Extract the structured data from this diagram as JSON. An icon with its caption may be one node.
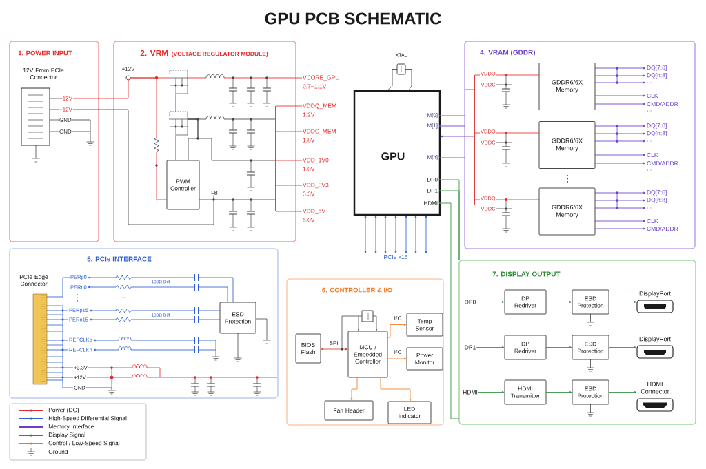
{
  "diagram": {
    "title": "GPU PCB SCHEMATIC",
    "nodes": [
      {
        "text": [
          "1. POWER INPUT"
        ]
      },
      {
        "text": [
          "12V From PCIe Connector"
        ],
        "in": 0
      },
      {
        "text": [
          "+12V"
        ],
        "in": 0
      },
      {
        "text": [
          "+12V"
        ],
        "in": 0
      },
      {
        "text": [
          "GND"
        ],
        "in": 0
      },
      {
        "text": [
          "GND"
        ],
        "in": 0
      },
      {
        "text": [
          "2. VRM",
          "(VOLTAGE REGULATOR MODULE)"
        ]
      },
      {
        "text": [
          "+12V"
        ],
        "in": 6
      },
      {
        "text": [
          "PWM Controller"
        ],
        "in": 6
      },
      {
        "text": [
          "VCORE_GPU",
          "0.7~1.1V"
        ]
      },
      {
        "text": [
          "VDDQ_MEM",
          "1.2V"
        ]
      },
      {
        "text": [
          "VDDC_MEM",
          "1.8V"
        ]
      },
      {
        "text": [
          "VDD_1V0",
          "1.0V"
        ]
      },
      {
        "text": [
          "VDD_3V3",
          "3.3V"
        ]
      },
      {
        "text": [
          "VDD_5V",
          "5.0V"
        ]
      },
      {
        "text": [
          "XTAL"
        ]
      },
      {
        "text": [
          "GPU"
        ]
      },
      {
        "text": [
          "M[0]"
        ],
        "in": 16
      },
      {
        "text": [
          "M[1]"
        ],
        "in": 16
      },
      {
        "text": [
          "M[n]"
        ],
        "in": 16
      },
      {
        "text": [
          "DP0"
        ],
        "in": 16
      },
      {
        "text": [
          "DP1"
        ],
        "in": 16
      },
      {
        "text": [
          "HDMI"
        ],
        "in": 16
      },
      {
        "text": [
          "PCIe x16"
        ]
      },
      {
        "text": [
          "4. VRAM (GDDR)"
        ]
      },
      {
        "text": [
          "VDDQ"
        ],
        "in": 24
      },
      {
        "text": [
          "GDDR6/6X Memory"
        ],
        "in": 24
      },
      {
        "text": [
          "DQ[7:0]"
        ],
        "in": 24
      },
      {
        "text": [
          "DQ[n:8]"
        ],
        "in": 24
      },
      {
        "text": [
          "..."
        ],
        "in": 24
      },
      {
        "text": [
          "CLK"
        ],
        "in": 24
      },
      {
        "text": [
          "CMD/ADDR"
        ],
        "in": 24
      },
      {
        "text": [
          "VDDQ"
        ],
        "in": 24
      },
      {
        "text": [
          "GDDR6/6X Memory"
        ],
        "in": 24
      },
      {
        "text": [
          "DQ[7:0]"
        ],
        "in": 24
      },
      {
        "text": [
          "DQ[n:8]"
        ],
        "in": 24
      },
      {
        "text": [
          "..."
        ],
        "in": 24
      },
      {
        "text": [
          "CLK"
        ],
        "in": 24
      },
      {
        "text": [
          "CMD/ADDR"
        ],
        "in": 24
      },
      {
        "text": [
          "VDDQ"
        ],
        "in": 24
      },
      {
        "text": [
          "GDDR6/6X Memory"
        ],
        "in": 24
      },
      {
        "text": [
          "DQ[7:0]"
        ],
        "in": 24
      },
      {
        "text": [
          "DQ[n:8]"
        ],
        "in": 24
      },
      {
        "text": [
          "..."
        ],
        "in": 24
      },
      {
        "text": [
          "CLK"
        ],
        "in": 24
      },
      {
        "text": [
          "CMD/ADDR"
        ],
        "in": 24
      },
      {
        "text": [
          "5. PCIe INTERFACE"
        ]
      },
      {
        "text": [
          "PCIe Edge Connector"
        ],
        "in": 46
      },
      {
        "text": [
          "PERp0"
        ],
        "in": 46
      },
      {
        "text": [
          "PERn0"
        ],
        "in": 46
      },
      {
        "text": [
          "PERp15"
        ],
        "in": 46
      },
      {
        "text": [
          "PERn15"
        ],
        "in": 46
      },
      {
        "text": [
          "REFCLKp"
        ],
        "in": 46
      },
      {
        "text": [
          "REFCLKn"
        ],
        "in": 46
      },
      {
        "text": [
          "+3.3V"
        ],
        "in": 46
      },
      {
        "text": [
          "+12V"
        ],
        "in": 46
      },
      {
        "text": [
          "GND"
        ],
        "in": 46
      },
      {
        "text": [
          "ESD Protection"
        ],
        "in": 46
      },
      {
        "text": [
          "6. CONTROLLER & I/O"
        ]
      },
      {
        "text": [
          "BIOS Flash"
        ],
        "in": 58
      },
      {
        "text": [],
        "shape": "box",
        "in": 58
      },
      {
        "text": [
          "MCU / Embedded Controller"
        ],
        "in": 58
      },
      {
        "text": [
          "Temp Sensor"
        ],
        "in": 58
      },
      {
        "text": [
          "Power Monitor"
        ],
        "in": 58
      },
      {
        "text": [
          "Fan Header"
        ],
        "in": 58
      },
      {
        "text": [
          "LED Indicator"
        ],
        "in": 58
      },
      {
        "text": [
          "7. DISPLAY OUTPUT"
        ]
      },
      {
        "text": [
          "DP0"
        ],
        "in": 66
      },
      {
        "text": [
          "DP Redriver"
        ],
        "in": 66
      },
      {
        "text": [
          "ESD Protection"
        ],
        "in": 66
      },
      {
        "text": [
          "DisplayPort"
        ],
        "in": 66
      },
      {
        "text": [
          "DP1"
        ],
        "in": 66
      },
      {
        "text": [
          "DP Redriver"
        ],
        "in": 66
      },
      {
        "text": [
          "ESD Protection"
        ],
        "in": 66
      },
      {
        "text": [
          "DisplayPort"
        ],
        "in": 66
      },
      {
        "text": [
          "HDMI"
        ],
        "in": 66
      },
      {
        "text": [
          "HDMI Transmitter"
        ],
        "in": 66
      },
      {
        "text": [
          "ESD Protection"
        ],
        "in": 66
      },
      {
        "text": [
          "HDMI Connector"
        ],
        "in": 66
      },
      {
        "text": [],
        "shape": "picture",
        "in": 6
      },
      {
        "text": [],
        "shape": "picture",
        "in": 6
      },
      {
        "text": [],
        "shape": "bar",
        "in": 6
      },
      {
        "text": [],
        "shape": "bar",
        "in": 24
      },
      {
        "text": [
          "FB"
        ],
        "in": 6
      }
    ],
    "edges": [
      {
        "from": 1,
        "to": 2,
        "arrow": "none",
        "color": "#555555"
      },
      {
        "from": 1,
        "to": 3,
        "arrow": "none",
        "color": "#555555"
      },
      {
        "from": 1,
        "to": 4,
        "arrow": "none",
        "color": "#555555"
      },
      {
        "from": 1,
        "to": 5,
        "arrow": "none",
        "color": "#555555"
      },
      {
        "from": 2,
        "to": 7,
        "arrow": "none",
        "color": "#e52a2a"
      },
      {
        "from": 3,
        "to": 83,
        "arrow": "none",
        "color": "#444444"
      },
      {
        "from": 4,
        "to": null,
        "arrow": "none",
        "color": "#444444"
      },
      {
        "from": 5,
        "to": null,
        "arrow": "none",
        "color": "#444444"
      },
      {
        "from": 79,
        "to": 9,
        "arrow": "none",
        "color": "#e52a2a"
      },
      {
        "from": 81,
        "to": 10,
        "arrow": "none",
        "color": "#e52a2a"
      },
      {
        "from": 81,
        "to": 11,
        "arrow": "none",
        "color": "#e52a2a"
      },
      {
        "from": 81,
        "to": 12,
        "arrow": "none",
        "color": "#e52a2a"
      },
      {
        "from": 81,
        "to": 13,
        "arrow": "none",
        "color": "#e52a2a"
      },
      {
        "from": 81,
        "to": 14,
        "arrow": "none",
        "color": "#e52a2a"
      },
      {
        "from": 15,
        "to": 16,
        "arrow": "none",
        "color": "#444444"
      },
      {
        "from": 15,
        "to": 16,
        "arrow": "none",
        "color": "#444444"
      },
      {
        "from": 24,
        "to": 17,
        "arrow": "to",
        "color": "#6b3fc6"
      },
      {
        "from": 24,
        "to": 18,
        "arrow": "to",
        "color": "#6b3fc6"
      },
      {
        "from": 82,
        "to": 16,
        "arrow": "to",
        "color": "#6b3fc6"
      },
      {
        "from": 24,
        "to": 19,
        "arrow": "to",
        "color": "#6b3fc6"
      },
      {
        "from": 66,
        "to": 20,
        "arrow": "to",
        "color": "#2e8b3a"
      },
      {
        "from": 66,
        "to": 21,
        "arrow": "to",
        "color": "#2e8b3a"
      },
      {
        "from": 66,
        "to": 22,
        "arrow": "to",
        "color": "#2e8b3a"
      },
      {
        "from": 16,
        "to": 23,
        "arrow": "both"
      },
      {
        "from": 16,
        "to": 23,
        "arrow": "both"
      },
      {
        "from": 16,
        "to": 23,
        "arrow": "both"
      },
      {
        "from": 16,
        "to": 23,
        "arrow": "both"
      },
      {
        "from": 16,
        "to": 23,
        "arrow": "both"
      },
      {
        "from": 16,
        "to": 23,
        "arrow": "both"
      },
      {
        "from": 16,
        "to": 23,
        "arrow": "both"
      },
      {
        "from": 25,
        "to": 26,
        "arrow": "none",
        "color": "#e52a2a"
      },
      {
        "from": 26,
        "to": 27,
        "arrow": "to",
        "color": "#6b3fc6"
      },
      {
        "from": 26,
        "to": 28,
        "arrow": "to",
        "color": "#6b3fc6"
      },
      {
        "from": 26,
        "to": 29,
        "arrow": "to",
        "color": "#6b3fc6"
      },
      {
        "from": 26,
        "to": 30,
        "arrow": "to",
        "color": "#6b3fc6"
      },
      {
        "from": 26,
        "to": 31,
        "arrow": "to",
        "color": "#6b3fc6"
      },
      {
        "from": 32,
        "to": 33,
        "arrow": "none",
        "color": "#e52a2a"
      },
      {
        "from": 33,
        "to": 34,
        "arrow": "to",
        "color": "#6b3fc6"
      },
      {
        "from": 33,
        "to": 35,
        "arrow": "to",
        "color": "#6b3fc6"
      },
      {
        "from": 33,
        "to": 36,
        "arrow": "to",
        "color": "#6b3fc6"
      },
      {
        "from": 33,
        "to": 37,
        "arrow": "to",
        "color": "#6b3fc6"
      },
      {
        "from": 33,
        "to": 38,
        "arrow": "to",
        "color": "#6b3fc6"
      },
      {
        "from": 39,
        "to": 40,
        "arrow": "none",
        "color": "#e52a2a"
      },
      {
        "from": 40,
        "to": 41,
        "arrow": "to",
        "color": "#6b3fc6"
      },
      {
        "from": 40,
        "to": 42,
        "arrow": "to",
        "color": "#6b3fc6"
      },
      {
        "from": 40,
        "to": 43,
        "arrow": "to",
        "color": "#6b3fc6"
      },
      {
        "from": 40,
        "to": 44,
        "arrow": "to",
        "color": "#6b3fc6"
      },
      {
        "from": 40,
        "to": 45,
        "arrow": "to",
        "color": "#6b3fc6"
      },
      {
        "from": 47,
        "to": 48,
        "arrow": "none"
      },
      {
        "from": 47,
        "to": 50,
        "arrow": "none"
      },
      {
        "from": 47,
        "to": 51,
        "arrow": "none"
      },
      {
        "from": 47,
        "to": 52,
        "arrow": "none"
      },
      {
        "from": 47,
        "to": 53,
        "arrow": "none"
      },
      {
        "from": 47,
        "to": 54,
        "arrow": "none"
      },
      {
        "from": 47,
        "to": 55,
        "arrow": "none"
      },
      {
        "from": 47,
        "to": 56,
        "arrow": "none"
      },
      {
        "from": 57,
        "to": 48,
        "arrow": "to"
      },
      {
        "from": 57,
        "to": 49,
        "arrow": "to"
      },
      {
        "from": 57,
        "to": 50,
        "arrow": "to"
      },
      {
        "from": 57,
        "to": 51,
        "arrow": "to"
      },
      {
        "from": null,
        "to": 52,
        "arrow": "to"
      },
      {
        "from": null,
        "to": 53,
        "arrow": "to"
      },
      {
        "from": 54,
        "to": null,
        "arrow": "none",
        "color": "#e52a2a"
      },
      {
        "from": 55,
        "to": null,
        "arrow": "none",
        "color": "#e52a2a"
      },
      {
        "from": 56,
        "to": null,
        "arrow": "none",
        "color": "#444444"
      },
      {
        "from": 59,
        "to": 61,
        "arrow": "both",
        "label": "SPI",
        "color": "#d0402a"
      },
      {
        "from": 60,
        "to": 61,
        "arrow": "to",
        "color": "#555555"
      },
      {
        "from": 60,
        "to": 61,
        "arrow": "to",
        "color": "#555555"
      },
      {
        "from": 61,
        "to": 62,
        "arrow": "to",
        "label": "I²C",
        "color": "#f07a22"
      },
      {
        "from": 61,
        "to": 63,
        "arrow": "to",
        "label": "I²C",
        "color": "#f07a22"
      },
      {
        "from": 61,
        "to": 64,
        "arrow": "to",
        "color": "#f07a22"
      },
      {
        "from": 61,
        "to": 65,
        "arrow": "to",
        "color": "#f07a22"
      },
      {
        "from": 67,
        "to": 68,
        "arrow": "to",
        "color": "#2e8b3a"
      },
      {
        "from": 68,
        "to": 69,
        "arrow": "to",
        "color": "#2e8b3a"
      },
      {
        "from": 69,
        "to": 70,
        "arrow": "to",
        "color": "#2e8b3a"
      },
      {
        "from": 71,
        "to": 72,
        "arrow": "to",
        "color": "#2e8b3a"
      },
      {
        "from": 72,
        "to": 73,
        "arrow": "to",
        "color": "#2e8b3a"
      },
      {
        "from": 73,
        "to": 74,
        "arrow": "to",
        "color": "#2e8b3a"
      },
      {
        "from": 75,
        "to": 76,
        "arrow": "to",
        "color": "#2e8b3a"
      },
      {
        "from": 76,
        "to": 77,
        "arrow": "to",
        "color": "#2e8b3a"
      },
      {
        "from": 77,
        "to": 78,
        "arrow": "to",
        "color": "#2e8b3a"
      },
      {
        "from": 7,
        "to": 79,
        "arrow": "none",
        "color": "#e52a2a"
      },
      {
        "from": 7,
        "to": 8,
        "arrow": "none",
        "color": "#e52a2a"
      },
      {
        "from": 79,
        "to": 80,
        "arrow": "none",
        "color": "#444444"
      },
      {
        "from": 80,
        "to": 8,
        "arrow": "none",
        "color": "#444444"
      },
      {
        "from": 80,
        "to": 81,
        "arrow": "none",
        "color": "#444444"
      },
      {
        "from": 80,
        "to": 8,
        "arrow": "none",
        "color": "#444444"
      },
      {
        "from": 80,
        "to": 81,
        "arrow": "none",
        "color": "#444444"
      },
      {
        "from": 8,
        "to": 81,
        "arrow": "none",
        "color": "#444444"
      },
      {
        "from": 82,
        "to": 25,
        "arrow": "none",
        "color": "#e52a2a"
      },
      {
        "from": 82,
        "to": 32,
        "arrow": "none",
        "color": "#e52a2a"
      },
      {
        "from": 82,
        "to": 39,
        "arrow": "none",
        "color": "#e52a2a"
      },
      {
        "from": 24,
        "to": 82,
        "arrow": "none",
        "color": "#6b3fc6"
      }
    ],
    "labels": [
      "VDDC",
      "...",
      "VDDC",
      "...",
      "VDDC",
      "100Ω Diff",
      "...",
      "100Ω Diff"
    ],
    "legend": [
      {
        "text": "Power (DC)",
        "color": "#e52a2a"
      },
      {
        "text": "High-Speed Differential Signal",
        "color": "#2f5fd0"
      },
      {
        "text": "Memory Interface",
        "color": "#6b3fc6"
      },
      {
        "text": "Display Signal",
        "color": "#2e8b3a"
      },
      {
        "text": "Control / Low-Speed Signal",
        "color": "#f07a22"
      },
      {
        "text": "Ground"
      }
    ]
  }
}
